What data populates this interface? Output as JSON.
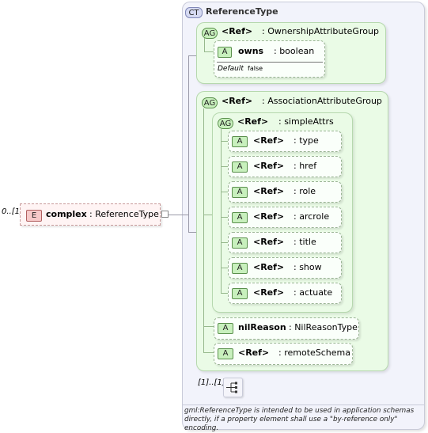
{
  "complex_type": {
    "badge": "CT",
    "name": "ReferenceType",
    "documentation": "gml:ReferenceType is intended to be used in application schemas directly, if a property element shall use a \"by-reference only\" encoding."
  },
  "element": {
    "badge": "E",
    "occurs": "0..[1]",
    "name": "complex",
    "type": ": ReferenceType"
  },
  "ownership_group": {
    "badge": "AG",
    "ref": "<Ref>",
    "name": ": OwnershipAttributeGroup",
    "attribute": {
      "badge": "A",
      "name": "owns",
      "type": ": boolean",
      "default_label": "Default",
      "default_value": "false"
    }
  },
  "association_group": {
    "badge": "AG",
    "ref": "<Ref>",
    "name": ": AssociationAttributeGroup",
    "simple_attrs": {
      "badge": "AG",
      "ref": "<Ref>",
      "name": ": simpleAttrs",
      "attributes": [
        {
          "badge": "A",
          "ref": "<Ref>",
          "name": ": type"
        },
        {
          "badge": "A",
          "ref": "<Ref>",
          "name": ": href"
        },
        {
          "badge": "A",
          "ref": "<Ref>",
          "name": ": role"
        },
        {
          "badge": "A",
          "ref": "<Ref>",
          "name": ": arcrole"
        },
        {
          "badge": "A",
          "ref": "<Ref>",
          "name": ": title"
        },
        {
          "badge": "A",
          "ref": "<Ref>",
          "name": ": show"
        },
        {
          "badge": "A",
          "ref": "<Ref>",
          "name": ": actuate"
        }
      ]
    },
    "nil_reason": {
      "badge": "A",
      "name": "nilReason",
      "type": ": NilReasonType"
    },
    "remote_schema": {
      "badge": "A",
      "ref": "<Ref>",
      "name": ": remoteSchema"
    }
  },
  "sequence": {
    "occurs": "[1]..[1]",
    "icon": "sequence-compositor-icon"
  }
}
